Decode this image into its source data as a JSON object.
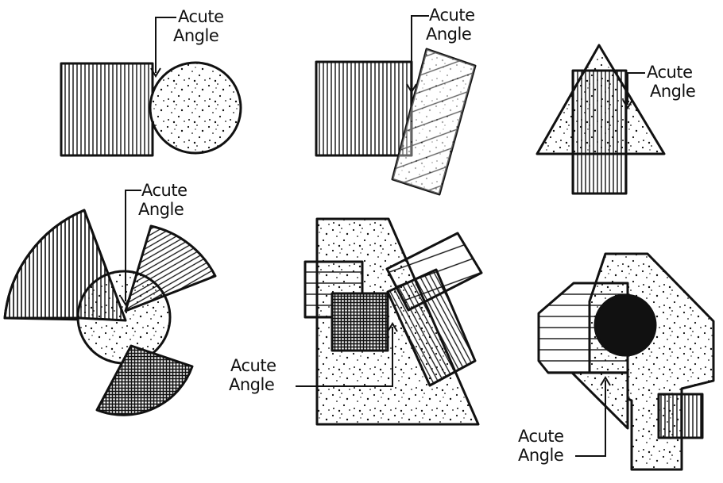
{
  "figure": {
    "background": "#ffffff",
    "ink_color": "#111111",
    "labels": [
      {
        "id": "d1",
        "line1": "Acute",
        "line2": "Angle"
      },
      {
        "id": "d2",
        "line1": "Acute",
        "line2": "Angle"
      },
      {
        "id": "d3",
        "line1": "Acute",
        "line2": "Angle"
      },
      {
        "id": "d4",
        "line1": "Acute",
        "line2": "Angle"
      },
      {
        "id": "d5",
        "line1": "Acute",
        "line2": "Angle"
      },
      {
        "id": "d6",
        "line1": "Acute",
        "line2": "Angle"
      }
    ]
  }
}
